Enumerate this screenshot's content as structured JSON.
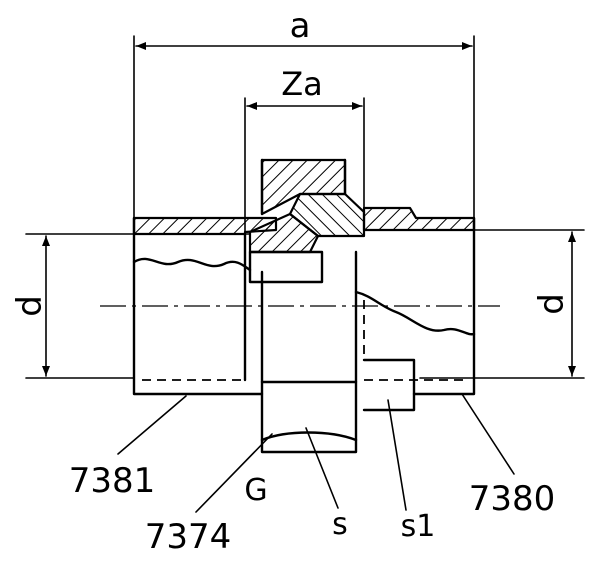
{
  "diagram": {
    "dimensions": {
      "overall_length": "a",
      "insertion_length": "Za",
      "diameter_left": "d",
      "diameter_right": "d"
    },
    "callouts": {
      "left_socket": "7381",
      "nut": "7374",
      "thread": "G",
      "nut_width": "s",
      "insert_width": "s1",
      "right_socket": "7380"
    }
  }
}
